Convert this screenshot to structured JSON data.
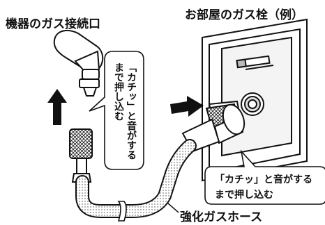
{
  "labels": {
    "appliance_connector": "機器のガス接続口",
    "room_gas_valve": "お部屋のガス栓（例）",
    "reinforced_hose": "強化ガスホース"
  },
  "callouts": {
    "left": {
      "line1": "「カチッ」と音がする",
      "line2": "まで押し込む"
    },
    "right": {
      "line1": "「カチッ」と音がする",
      "line2": "まで押し込む"
    }
  },
  "icons": [
    "up-arrow-icon",
    "right-arrow-icon"
  ],
  "colors": {
    "line": "#111111",
    "fill": "#ffffff",
    "shade": "#d8d8d8"
  }
}
